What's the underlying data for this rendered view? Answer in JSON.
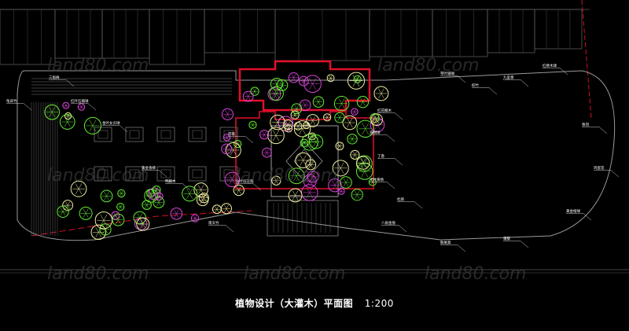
{
  "drawing": {
    "title": "植物设计（大灌木）平面图",
    "scale": "1:200",
    "watermark": "land80.com",
    "colors": {
      "background": "#000000",
      "building": "#5b5b5b",
      "plaza": "#e0102a",
      "paving": "#9a9a9a",
      "plant_green": "#66ee33",
      "plant_magenta": "#dd44dd",
      "plant_yellow": "#f2f0a0",
      "label": "#ffffff",
      "property_line": "#d0102a",
      "watermark": "#3a3a3a"
    }
  },
  "plant_labels": [
    "三角梅",
    "龟背竹",
    "红叶石楠球",
    "金叶女贞球",
    "黄金香柳",
    "鸭脚木",
    "南天竹",
    "苏铁",
    "金叶假连翘",
    "红花檵木",
    "海桐球",
    "丁香",
    "大叶黄杨",
    "杜鹃",
    "八角金盘",
    "琴叶珊瑚",
    "棕竹",
    "九里香",
    "红继木球",
    "春羽",
    "鸡蛋花",
    "黄金榕球",
    "散尾葵",
    "蒲葵"
  ]
}
